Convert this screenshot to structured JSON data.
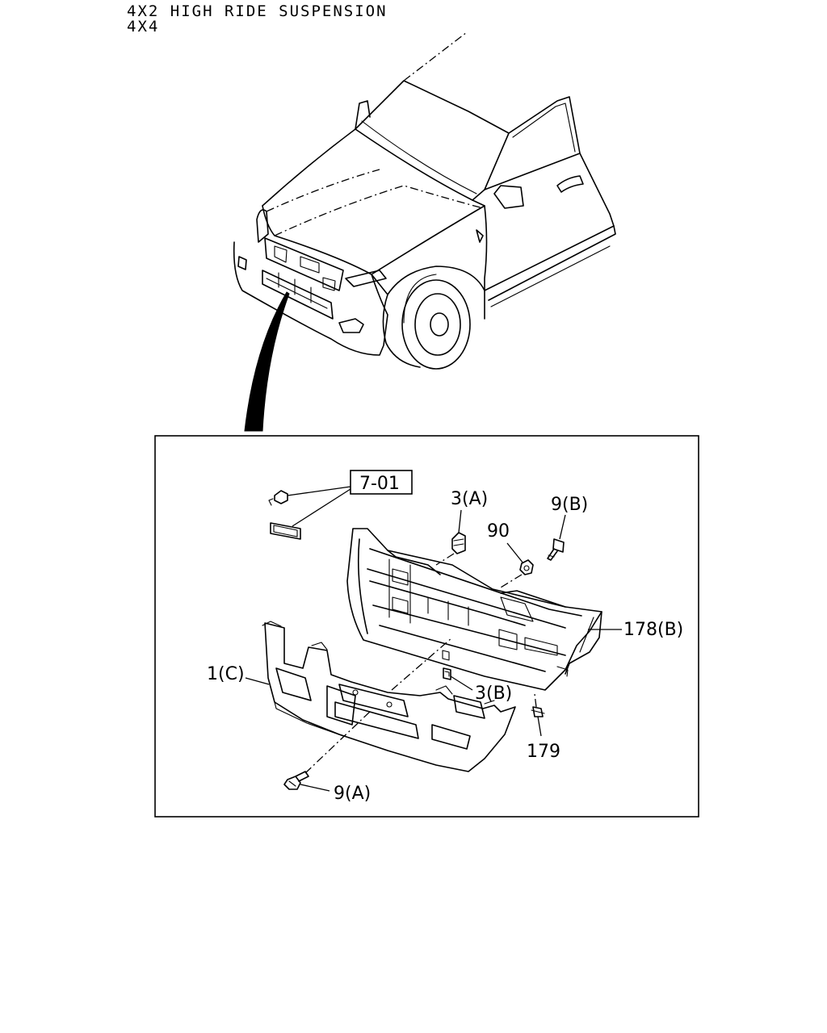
{
  "header": {
    "line1": "4X2 HIGH RIDE SUSPENSION",
    "line2": "4X4"
  },
  "reference_box": "7-01",
  "labels": {
    "clip_a": "3(A)",
    "bolt_b": "9(B)",
    "nut": "90",
    "grille": "178(B)",
    "lower_panel": "1(C)",
    "clip_b": "3(B)",
    "fastener": "179",
    "bolt_a": "9(A)"
  }
}
